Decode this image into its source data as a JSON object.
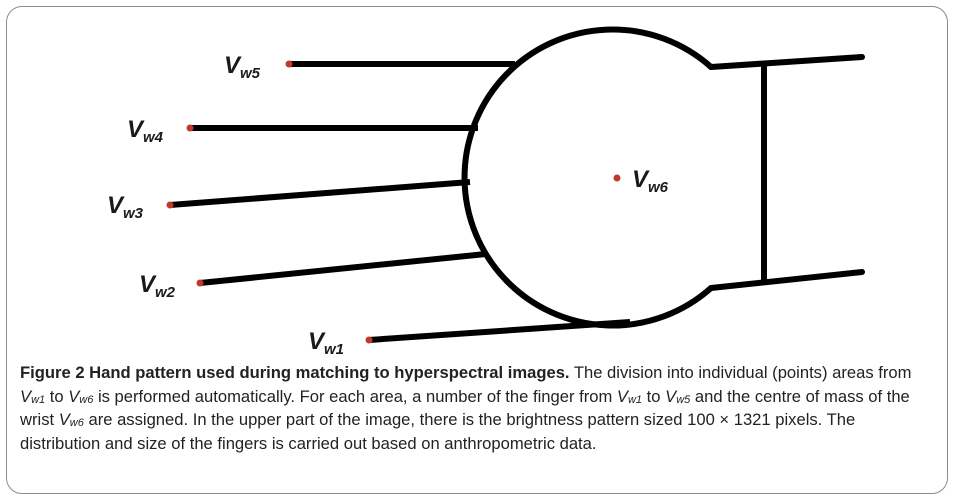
{
  "figure": {
    "labels": {
      "w1": {
        "base": "V",
        "sub": "w1"
      },
      "w2": {
        "base": "V",
        "sub": "w2"
      },
      "w3": {
        "base": "V",
        "sub": "w3"
      },
      "w4": {
        "base": "V",
        "sub": "w4"
      },
      "w5": {
        "base": "V",
        "sub": "w5"
      },
      "w6": {
        "base": "V",
        "sub": "w6"
      }
    },
    "colors": {
      "line": "#000000",
      "point": "#c0392b",
      "border": "#8c8c8c"
    }
  },
  "caption": {
    "title": "Figure 2 Hand pattern used during matching to hyperspectral images.",
    "t1": " The division into individual (points) areas from ",
    "v1": "V",
    "v1_sub": "w1",
    "t2": " to ",
    "v2": "V",
    "v2_sub": "w6",
    "t3": " is performed automatically. For each area, a number of the finger from ",
    "v3": "V",
    "v3_sub": "w1",
    "t4": " to ",
    "v4": "V",
    "v4_sub": "w5",
    "t5": " and the centre of mass of the wrist ",
    "v5": "V",
    "v5_sub": "w6",
    "t6": " are assigned. In the upper part of the image, there is the brightness pattern sized 100 × 1321 pixels. The distribution and size of the fingers is carried out based on anthropometric data."
  }
}
